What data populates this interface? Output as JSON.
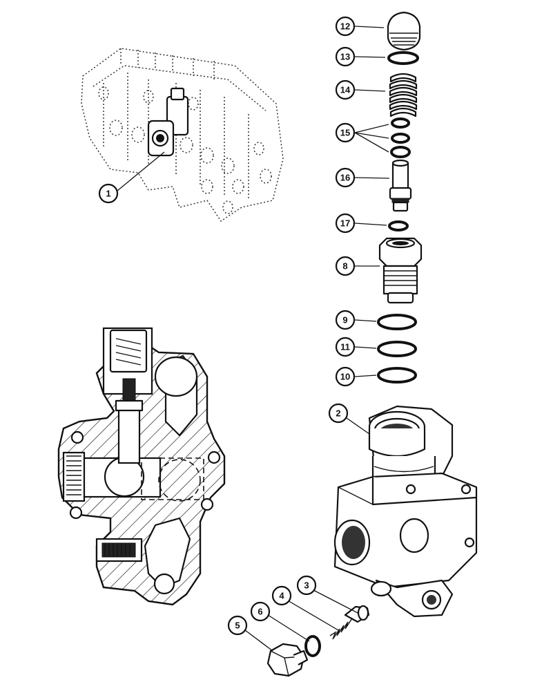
{
  "callouts": [
    {
      "id": "1",
      "label": "1"
    },
    {
      "id": "2",
      "label": "2"
    },
    {
      "id": "3",
      "label": "3"
    },
    {
      "id": "4",
      "label": "4"
    },
    {
      "id": "5",
      "label": "5"
    },
    {
      "id": "6",
      "label": "6"
    },
    {
      "id": "8",
      "label": "8"
    },
    {
      "id": "9",
      "label": "9"
    },
    {
      "id": "10",
      "label": "10"
    },
    {
      "id": "11",
      "label": "11"
    },
    {
      "id": "12",
      "label": "12"
    },
    {
      "id": "13",
      "label": "13"
    },
    {
      "id": "14",
      "label": "14"
    },
    {
      "id": "15",
      "label": "15"
    },
    {
      "id": "16",
      "label": "16"
    },
    {
      "id": "17",
      "label": "17"
    }
  ]
}
